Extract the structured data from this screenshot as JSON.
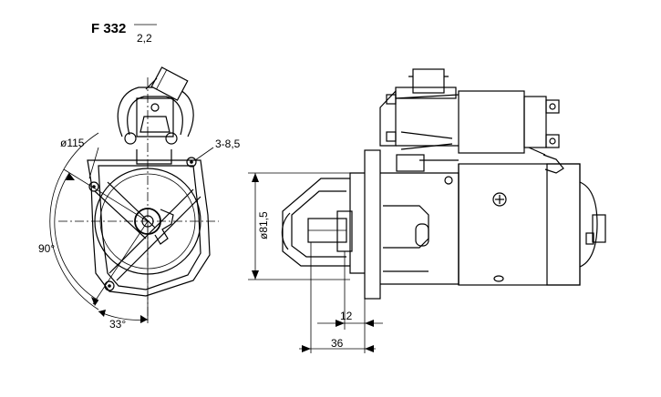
{
  "title": "F 332",
  "rating": "2,2",
  "dimensions": {
    "housing_diameter": "ø115",
    "mounting_holes": "3-8,5",
    "angle_left": "90°",
    "angle_bottom": "33°",
    "pinion_diameter": "ø81,5",
    "flange_offset": "12",
    "pinion_length": "36"
  }
}
